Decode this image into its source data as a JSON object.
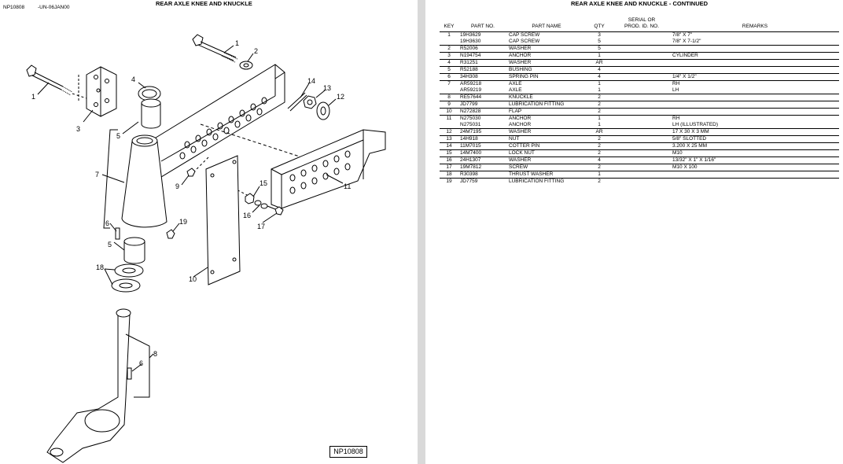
{
  "left_page": {
    "doc_number": "NP10808",
    "doc_date": "-UN-06JAN00",
    "title": "REAR AXLE KNEE AND KNUCKLE",
    "figure_tag": "NP10808",
    "callouts": {
      "c1a": "1",
      "c1b": "1",
      "c2": "2",
      "c3": "3",
      "c4": "4",
      "c5a": "5",
      "c5b": "5",
      "c6a": "6",
      "c6b": "6",
      "c7": "7",
      "c8": "8",
      "c9": "9",
      "c10": "10",
      "c11": "11",
      "c12": "12",
      "c13": "13",
      "c14": "14",
      "c15": "15",
      "c16": "16",
      "c17": "17",
      "c18": "18",
      "c19": "19"
    }
  },
  "right_page": {
    "title": "REAR AXLE KNEE AND KNUCKLE - CONTINUED",
    "columns": {
      "key": "KEY",
      "part_no": "PART NO.",
      "part_name": "PART NAME",
      "qty": "QTY",
      "serial_line1": "SERIAL OR",
      "serial_line2": "PROD. ID. NO.",
      "remarks": "REMARKS"
    },
    "rows": [
      {
        "key": "1",
        "part": "19H3629",
        "name": "CAP SCREW",
        "qty": "3",
        "serial": "",
        "remarks": "7/8\" X 7\"",
        "sep": true
      },
      {
        "key": "",
        "part": "19H3630",
        "name": "CAP SCREW",
        "qty": "5",
        "serial": "",
        "remarks": "7/8\" X 7-1/2\"",
        "sep": false
      },
      {
        "key": "2",
        "part": "R52006",
        "name": "WASHER",
        "qty": "5",
        "serial": "",
        "remarks": "",
        "sep": true
      },
      {
        "key": "3",
        "part": "N194754",
        "name": "ANCHOR",
        "qty": "1",
        "serial": "",
        "remarks": "CYLINDER",
        "sep": true
      },
      {
        "key": "4",
        "part": "R31251",
        "name": "WASHER",
        "qty": "AR",
        "serial": "",
        "remarks": "",
        "sep": true
      },
      {
        "key": "5",
        "part": "R52188",
        "name": "BUSHING",
        "qty": "4",
        "serial": "",
        "remarks": "",
        "sep": true
      },
      {
        "key": "6",
        "part": "34H308",
        "name": "SPRING PIN",
        "qty": "4",
        "serial": "",
        "remarks": "1/4\" X 1/2\"",
        "sep": true
      },
      {
        "key": "7",
        "part": "AR59218",
        "name": "AXLE",
        "qty": "1",
        "serial": "",
        "remarks": "RH",
        "sep": true
      },
      {
        "key": "",
        "part": "AR59219",
        "name": "AXLE",
        "qty": "1",
        "serial": "",
        "remarks": "LH",
        "sep": false
      },
      {
        "key": "8",
        "part": "RE57644",
        "name": "KNUCKLE",
        "qty": "2",
        "serial": "",
        "remarks": "",
        "sep": true
      },
      {
        "key": "9",
        "part": "JD7799",
        "name": "LUBRICATION FITTING",
        "qty": "2",
        "serial": "",
        "remarks": "",
        "sep": true
      },
      {
        "key": "10",
        "part": "N272828",
        "name": "FLAP",
        "qty": "2",
        "serial": "",
        "remarks": "",
        "sep": true
      },
      {
        "key": "11",
        "part": "N275030",
        "name": "ANCHOR",
        "qty": "1",
        "serial": "",
        "remarks": "RH",
        "sep": true
      },
      {
        "key": "",
        "part": "N275031",
        "name": "ANCHOR",
        "qty": "1",
        "serial": "",
        "remarks": "LH (ILLUSTRATED)",
        "sep": false
      },
      {
        "key": "12",
        "part": "24M7195",
        "name": "WASHER",
        "qty": "AR",
        "serial": "",
        "remarks": "17 X 30 X 3 MM",
        "sep": true
      },
      {
        "key": "13",
        "part": "14H918",
        "name": "NUT",
        "qty": "2",
        "serial": "",
        "remarks": "5/8\" SLOTTED",
        "sep": true
      },
      {
        "key": "14",
        "part": "11M7015",
        "name": "COTTER PIN",
        "qty": "2",
        "serial": "",
        "remarks": "3.200 X 25 MM",
        "sep": true
      },
      {
        "key": "15",
        "part": "14M7400",
        "name": "LOCK NUT",
        "qty": "2",
        "serial": "",
        "remarks": "M10",
        "sep": true
      },
      {
        "key": "16",
        "part": "24H1307",
        "name": "WASHER",
        "qty": "4",
        "serial": "",
        "remarks": "13/32\" X 1\" X 1/16\"",
        "sep": true
      },
      {
        "key": "17",
        "part": "19M7812",
        "name": "SCREW",
        "qty": "2",
        "serial": "",
        "remarks": "M10 X 100",
        "sep": true
      },
      {
        "key": "18",
        "part": "R30398",
        "name": "THRUST WASHER",
        "qty": "1",
        "serial": "",
        "remarks": "",
        "sep": true
      },
      {
        "key": "19",
        "part": "JD7759",
        "name": "LUBRICATION FITTING",
        "qty": "2",
        "serial": "",
        "remarks": "",
        "sep": true
      }
    ]
  }
}
